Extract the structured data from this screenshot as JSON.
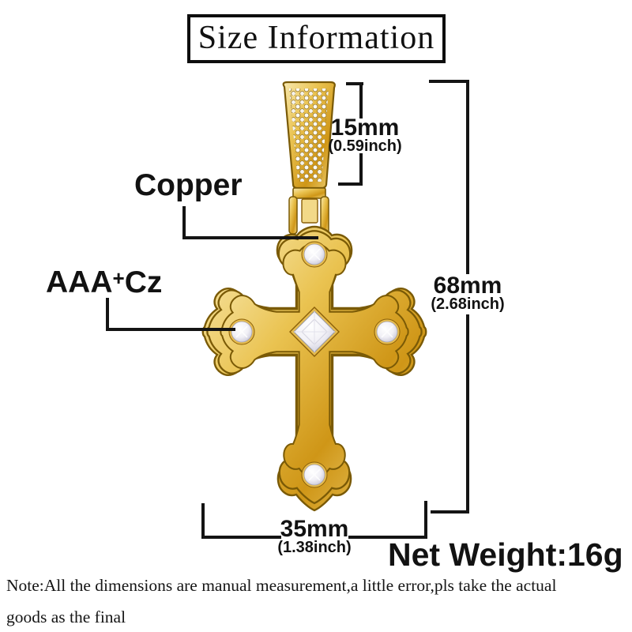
{
  "title": "Size Information",
  "pendant": {
    "icon": "gold-cross-pendant",
    "material_label": "Copper",
    "stone_label": {
      "prefix": "AAA",
      "sup": "+",
      "suffix": "Cz"
    }
  },
  "measurements": {
    "bail_height": {
      "mm": "15mm",
      "inch": "(0.59inch)"
    },
    "total_height": {
      "mm": "68mm",
      "inch": "(2.68inch)"
    },
    "width": {
      "mm": "35mm",
      "inch": "(1.38inch)"
    }
  },
  "net_weight": "Net Weight:16g",
  "note": {
    "line1": "Note:All the dimensions are manual measurement,a little error,pls take the actual",
    "line2": "goods as the final"
  },
  "colors": {
    "gold": "#DBA93C",
    "gold_dark": "#8A5F08",
    "gold_light": "#F7E7AC",
    "crystal_white": "#F7F6F2",
    "line_black": "#141414",
    "background": "#FFFFFF"
  }
}
